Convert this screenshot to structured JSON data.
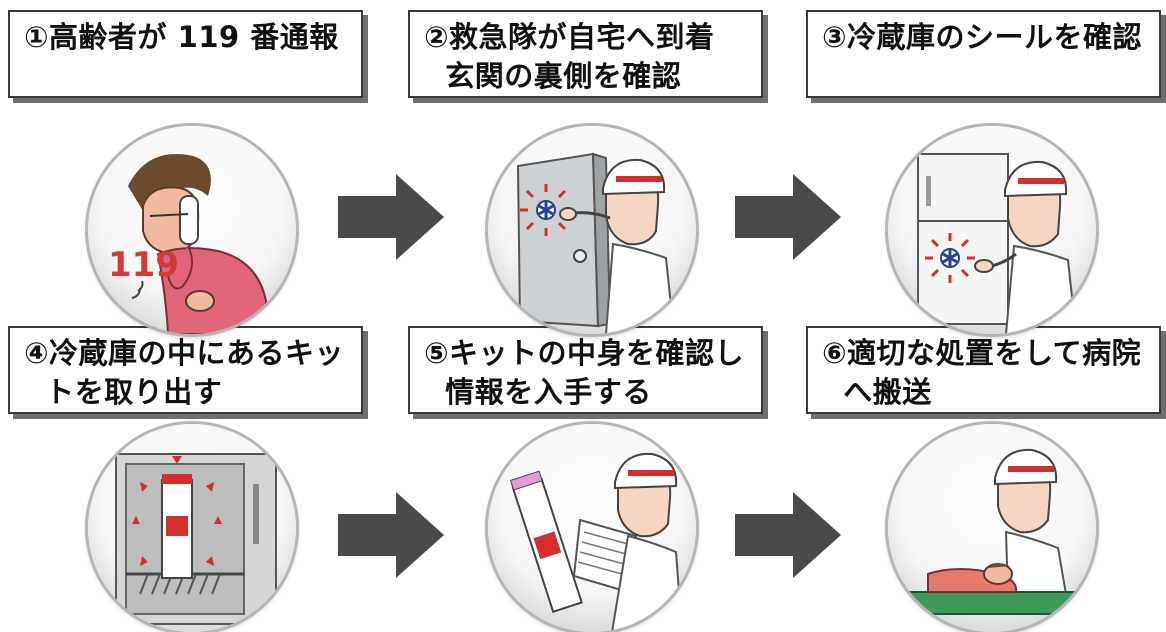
{
  "steps": [
    {
      "title": "①高齢者が 119 番通報"
    },
    {
      "title": "②救急隊が自宅へ到着\n  玄関の裏側を確認"
    },
    {
      "title": "③冷蔵庫のシールを確認"
    },
    {
      "title": "④冷蔵庫の中にあるキッ\n  トを取り出す"
    },
    {
      "title": "⑤キットの中身を確認し\n  情報を入手する"
    },
    {
      "title": "⑥適切な処置をして病院\n  へ搬送"
    }
  ],
  "illustrations": {
    "step1": {
      "icon": "elderly-woman-phone-icon",
      "label": "119"
    },
    "step2": {
      "icon": "paramedic-door-icon"
    },
    "step3": {
      "icon": "paramedic-fridge-sticker-icon"
    },
    "step4": {
      "icon": "fridge-kit-icon"
    },
    "step5": {
      "icon": "paramedic-reading-kit-icon"
    },
    "step6": {
      "icon": "paramedic-transport-icon"
    }
  },
  "colors": {
    "arrow": "#4a4a4a",
    "accent_red": "#d32f2f",
    "star_of_life": "#2a3fa0",
    "box_border": "#3a3a3a",
    "box_shadow": "#6f6f6f"
  }
}
